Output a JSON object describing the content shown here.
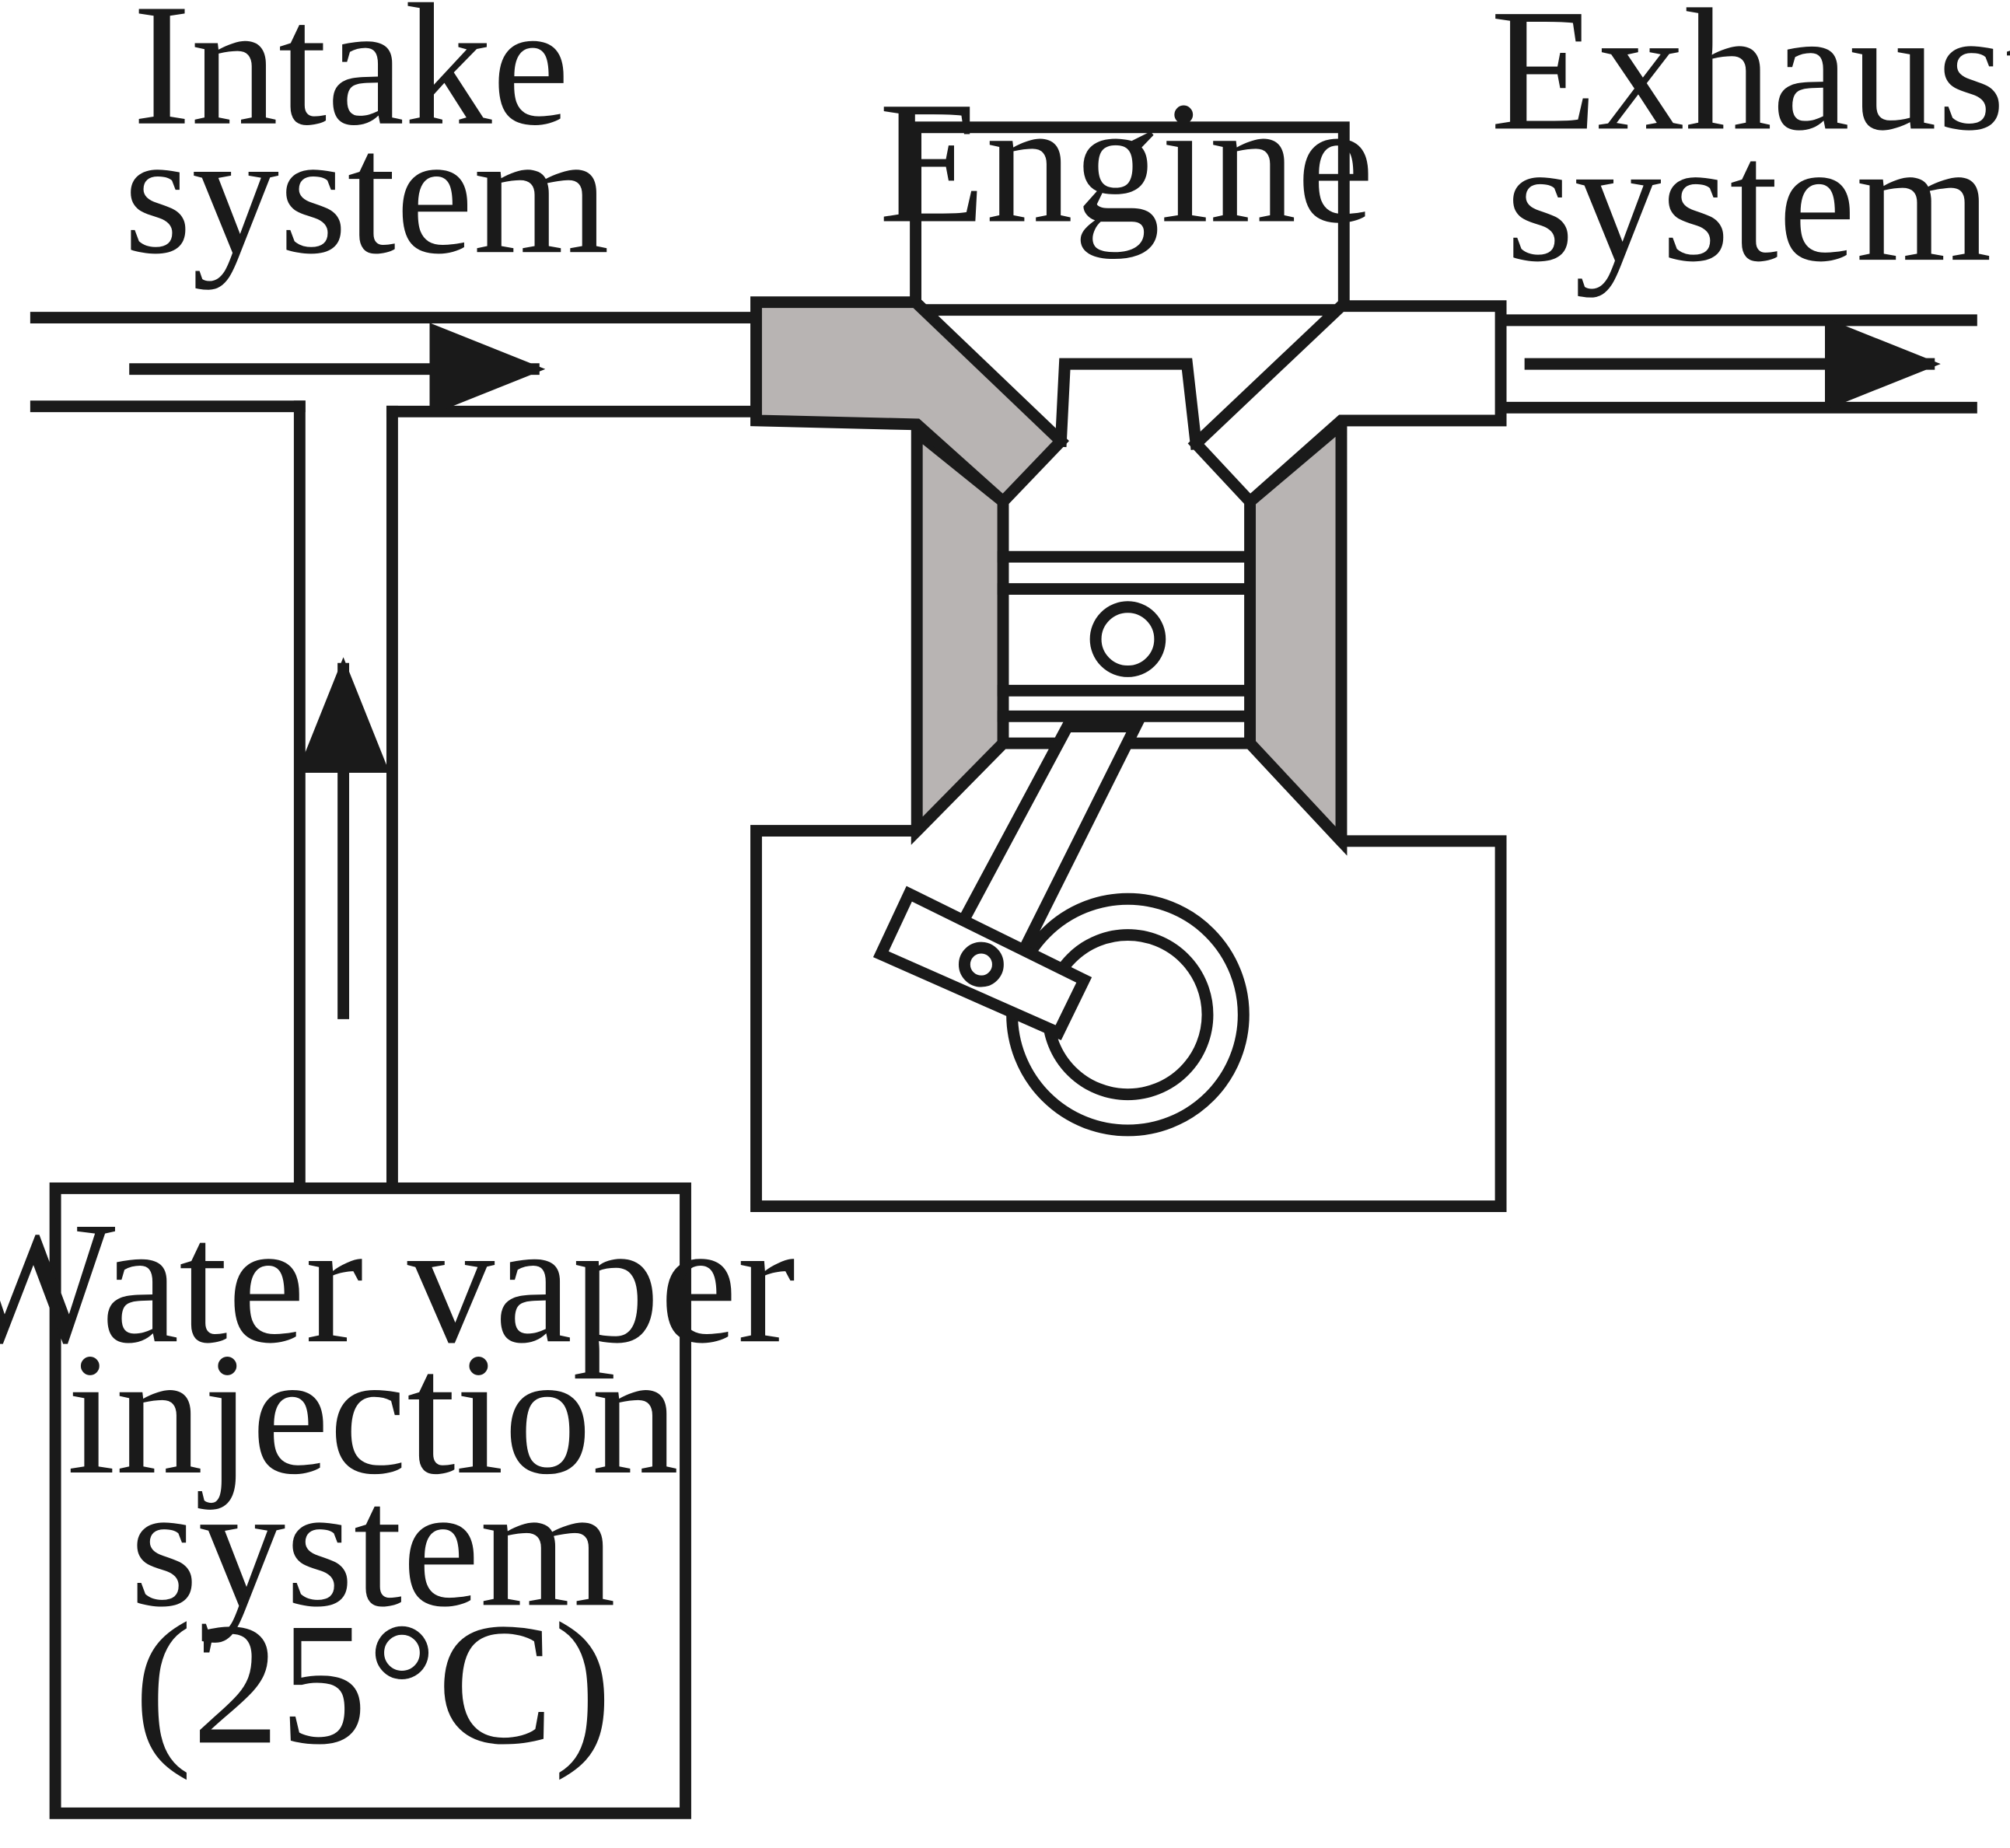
{
  "labels": {
    "intake_line1": "Intake",
    "intake_line2": "system",
    "exhaust_line1": "Exhaust",
    "exhaust_line2": "system",
    "engine": "Engine",
    "injection_line1": "Water vaper",
    "injection_line2": "injection",
    "injection_line3": "system",
    "injection_line4": "(25°C)"
  },
  "colors": {
    "line": "#1a1a1a",
    "cylinder_wall": "#b8b4b3",
    "background": "#ffffff"
  }
}
